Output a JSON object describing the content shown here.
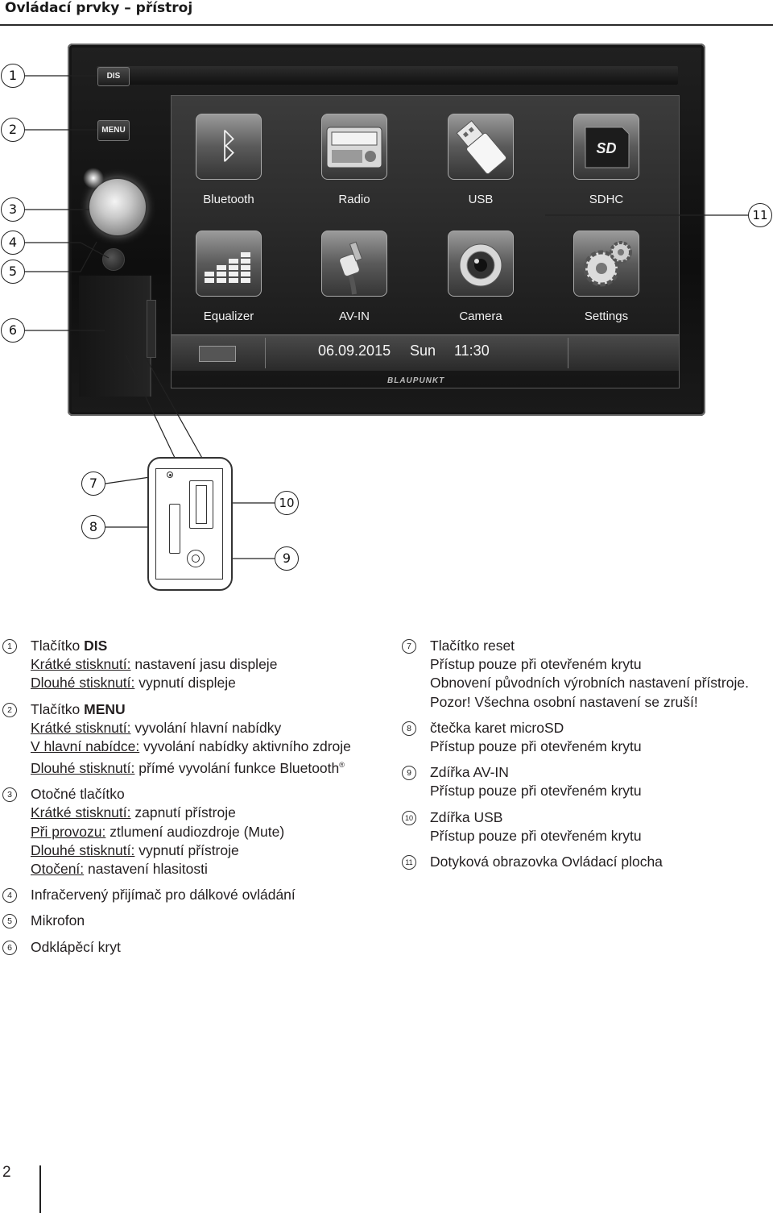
{
  "header": {
    "title": "Ovládací prvky – přístroj"
  },
  "device": {
    "buttons": {
      "dis": "DIS",
      "menu": "MENU"
    },
    "apps": [
      {
        "label": "Bluetooth",
        "icon": "bluetooth-icon"
      },
      {
        "label": "Radio",
        "icon": "radio-icon"
      },
      {
        "label": "USB",
        "icon": "usb-icon"
      },
      {
        "label": "SDHC",
        "icon": "sd-card-icon"
      },
      {
        "label": "Equalizer",
        "icon": "equalizer-icon"
      },
      {
        "label": "AV-IN",
        "icon": "av-in-cable-icon"
      },
      {
        "label": "Camera",
        "icon": "camera-icon"
      },
      {
        "label": "Settings",
        "icon": "gears-icon"
      }
    ],
    "status": {
      "date": "06.09.2015",
      "day": "Sun",
      "time": "11:30"
    },
    "brand": "BLAUPUNKT"
  },
  "callouts": [
    "1",
    "2",
    "3",
    "4",
    "5",
    "6",
    "7",
    "8",
    "9",
    "10",
    "11"
  ],
  "legend": {
    "e1": {
      "num": "1",
      "prefix": "Tlačítko ",
      "bold": "DIS",
      "l1_u": "Krátké stisknutí:",
      "l1_t": " nastavení jasu displeje",
      "l2_u": "Dlouhé stisknutí:",
      "l2_t": " vypnutí displeje"
    },
    "e2": {
      "num": "2",
      "prefix": "Tlačítko ",
      "bold": "MENU",
      "l1_u": "Krátké stisknutí:",
      "l1_t": " vyvolání hlavní nabídky",
      "l2_u": "V hlavní nabídce:",
      "l2_t": " vyvolání nabídky aktivního zdroje",
      "l3_u": "Dlouhé stisknutí:",
      "l3_t": " přímé vyvolání funkce Bluetooth",
      "sup": "®"
    },
    "e3": {
      "num": "3",
      "title": "Otočné tlačítko",
      "l1_u": "Krátké stisknutí:",
      "l1_t": " zapnutí přístroje",
      "l2_u": "Při provozu:",
      "l2_t": " ztlumení audiozdroje (Mute)",
      "l3_u": "Dlouhé stisknutí:",
      "l3_t": " vypnutí přístroje",
      "l4_u": "Otočení:",
      "l4_t": " nastavení hlasitosti"
    },
    "e4": {
      "num": "4",
      "title": "Infračervený přijímač pro dálkové ovládání"
    },
    "e5": {
      "num": "5",
      "title": "Mikrofon"
    },
    "e6": {
      "num": "6",
      "title": "Odklápěcí kryt"
    },
    "e7": {
      "num": "7",
      "title": "Tlačítko reset",
      "l1": "Přístup pouze při otevřeném krytu",
      "l2": "Obnovení původních výrobních nastavení přístroje.",
      "l3": "Pozor! Všechna osobní nastavení se zruší!"
    },
    "e8": {
      "num": "8",
      "title": "čtečka karet microSD",
      "l1": "Přístup pouze při otevřeném krytu"
    },
    "e9": {
      "num": "9",
      "title": "Zdířka AV-IN",
      "l1": "Přístup pouze při otevřeném krytu"
    },
    "e10": {
      "num": "10",
      "title": "Zdířka USB",
      "l1": "Přístup pouze při otevřeném krytu"
    },
    "e11": {
      "num": "11",
      "title": "Dotyková obrazovka Ovládací plocha"
    }
  },
  "footer": {
    "page": "2"
  }
}
